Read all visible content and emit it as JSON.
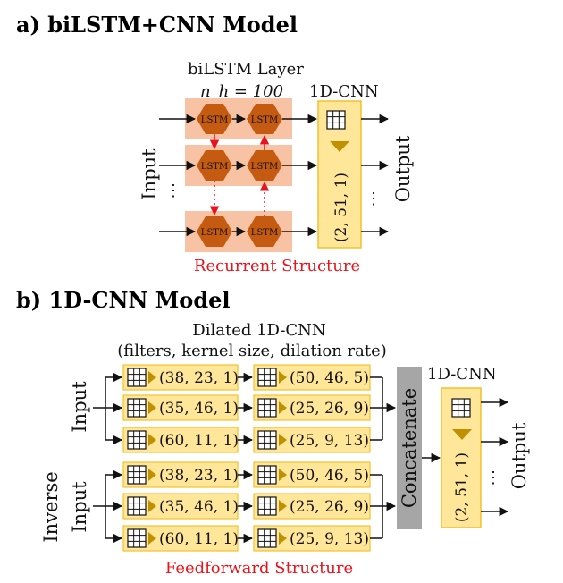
{
  "panel_a": {
    "title": "a) biLSTM+CNN Model",
    "bilstm_layer_label": "biLSTM Layer",
    "hidden_units_label": "n_h = 100",
    "cnn_label": "1D-CNN",
    "input_label": "Input",
    "output_label": "Output",
    "lstm_cell_label": "LSTM",
    "cnn_params": "(2, 51, 1)",
    "ellipsis": "⋮",
    "structure_label": "Recurrent Structure"
  },
  "panel_b": {
    "title": "b) 1D-CNN Model",
    "dilated_title": "Dilated 1D-CNN",
    "dilated_subtitle": "(filters, kernel size, dilation rate)",
    "input_label": "Input",
    "inverse_input_label_1": "Inverse",
    "inverse_input_label_2": "Input",
    "concatenate_label": "Concatenate",
    "cnn_label": "1D-CNN",
    "cnn_params": "(2, 51, 1)",
    "output_label": "Output",
    "ellipsis": "⋮",
    "structure_label": "Feedforward Structure",
    "branches_input": [
      {
        "first": "(38, 23, 1)",
        "second": "(50, 46, 5)"
      },
      {
        "first": "(35, 46, 1)",
        "second": "(25, 26, 9)"
      },
      {
        "first": "(60, 11, 1)",
        "second": "(25, 9, 13)"
      }
    ],
    "branches_inverse": [
      {
        "first": "(38, 23, 1)",
        "second": "(50, 46, 5)"
      },
      {
        "first": "(35, 46, 1)",
        "second": "(25, 26, 9)"
      },
      {
        "first": "(60, 11, 1)",
        "second": "(25, 9, 13)"
      }
    ]
  },
  "colors": {
    "lstm_bg": "#f7c3a4",
    "lstm_cell": "#c55a11",
    "cnn_fill": "#ffe699",
    "cnn_border": "#f2c12e",
    "triangle": "#bf9000",
    "concat": "#a6a6a6",
    "red": "#e8141b"
  }
}
